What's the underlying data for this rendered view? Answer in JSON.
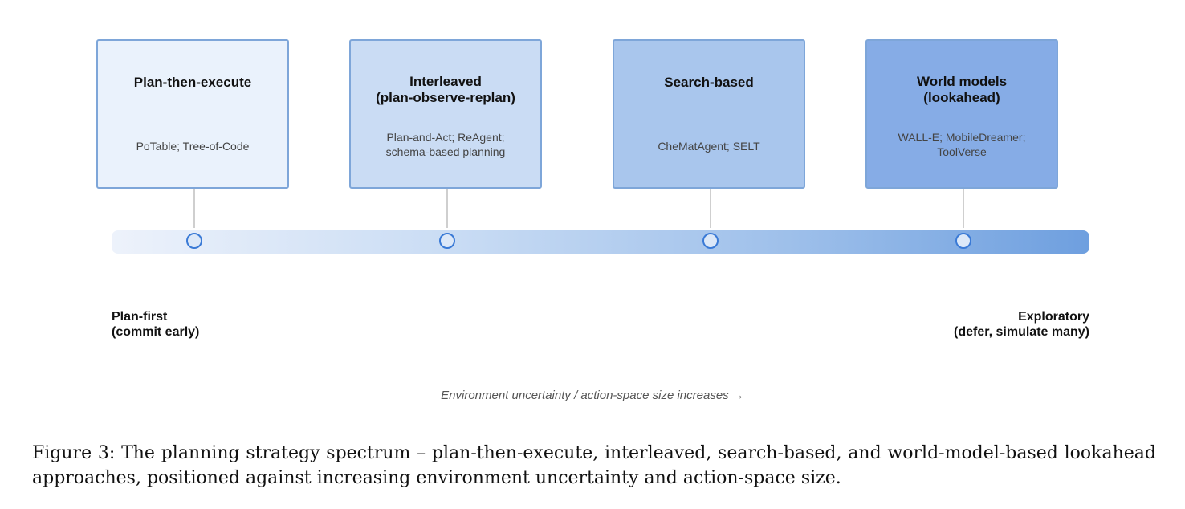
{
  "stages": [
    {
      "title": "Plan-then-execute",
      "examples": "PoTable; Tree-of-Code",
      "fill": "#eaf2fc"
    },
    {
      "title": "Interleaved\n(plan-observe-replan)",
      "examples": "Plan-and-Act; ReAgent;\nschema-based planning",
      "fill": "#cadcf4"
    },
    {
      "title": "Search-based",
      "examples": "CheMatAgent; SELT",
      "fill": "#a9c6ed"
    },
    {
      "title": "World models\n(lookahead)",
      "examples": "WALL-E; MobileDreamer;\nToolVerse",
      "fill": "#86ace6"
    }
  ],
  "spectrum": {
    "left_label": "Plan-first\n(commit early)",
    "right_label": "Exploratory\n(defer, simulate many)",
    "axis_caption": "Environment uncertainty / action-space size increases →"
  },
  "caption": "Figure 3: The planning strategy spectrum – plan-then-execute, interleaved, search-based, and world-model-based lookahead approaches, positioned against increasing environment uncertainty and action-space size."
}
